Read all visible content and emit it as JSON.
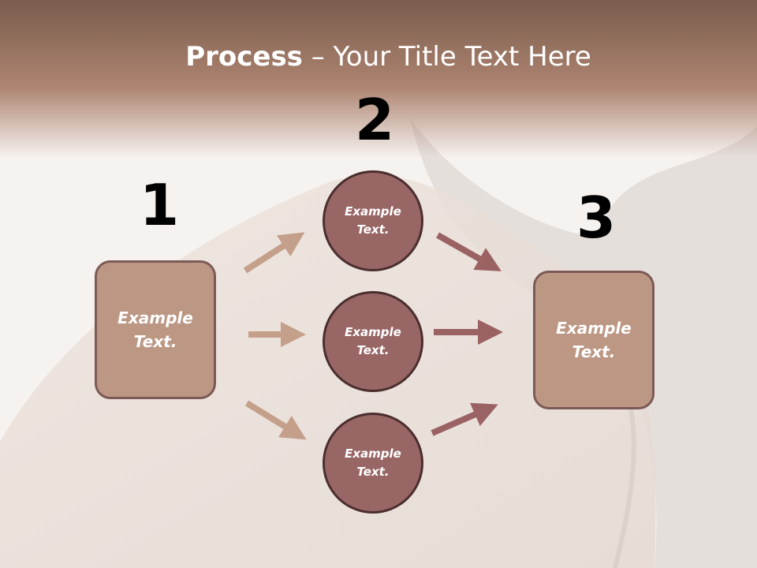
{
  "title": {
    "bold": "Process",
    "rest": " – Your Title Text Here"
  },
  "steps": [
    {
      "number": "1",
      "box_text": "Example\nText."
    },
    {
      "number": "2",
      "circles": [
        "Example\nText.",
        "Example\nText.",
        "Example\nText."
      ]
    },
    {
      "number": "3",
      "box_text": "Example\nText."
    }
  ],
  "colors": {
    "box": "#bc9784",
    "circle": "#996666",
    "arrow_in": "#c4a08b",
    "arrow_out": "#9a6263",
    "header": "#a87c66"
  }
}
